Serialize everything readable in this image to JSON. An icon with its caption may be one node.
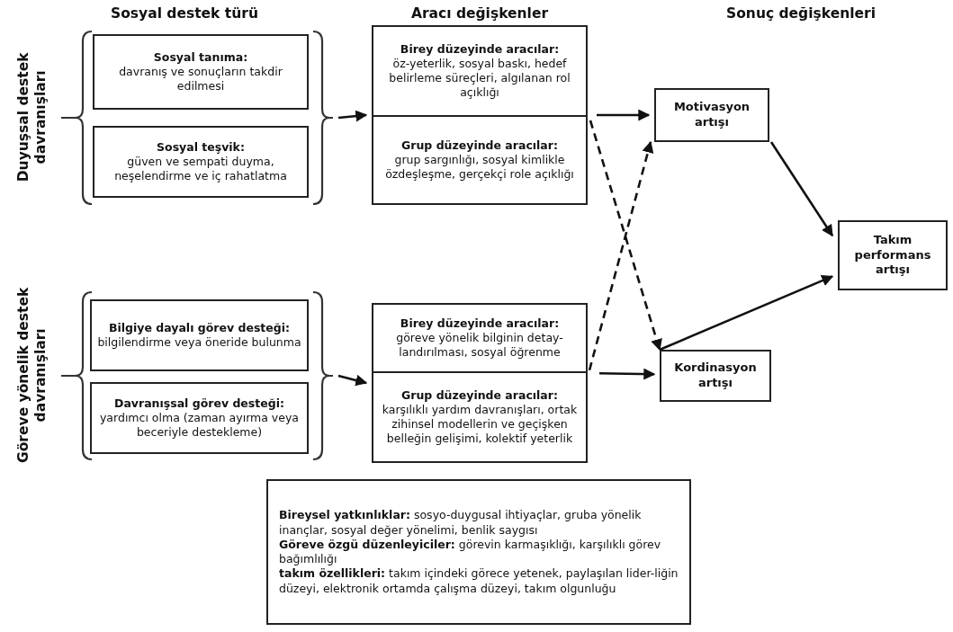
{
  "diagram": {
    "nodes": [
      {
        "text": [
          "Duyuşsal destek davranışları"
        ]
      },
      {
        "text": [
          "Sosyal tanıma:",
          "davranış ve sonuçların takdir edilmesi"
        ],
        "in": 0
      },
      {
        "text": [
          "Sosyal teşvik:",
          "güven ve sempati duyma, neşelendirme ve iç rahatlatma"
        ],
        "in": 0
      },
      {
        "text": [
          "Göreve yönelik destek davranışları"
        ]
      },
      {
        "text": [
          "Bilgiye dayalı görev desteği:",
          "bilgilendirme veya öneride bulunma"
        ],
        "in": 3
      },
      {
        "text": [
          "Davranışsal görev desteği:",
          "yardımcı olma (zaman ayırma veya beceriyle destekleme)"
        ],
        "in": 3
      },
      {
        "text": [],
        "shape": "box"
      },
      {
        "text": [
          "Birey düzeyinde aracılar:",
          "öz-yeterlik, sosyal baskı, hedef belirleme süreçleri, algılanan rol açıklığı"
        ],
        "in": 6
      },
      {
        "text": [
          "Grup düzeyinde aracılar:",
          "grup sargınlığı, sosyal kimlikle özdeşleşme, gerçekçi role açıklığı"
        ],
        "in": 6
      },
      {
        "text": [],
        "shape": "box"
      },
      {
        "text": [
          "Birey düzeyinde aracılar:",
          "göreve yönelik bilginin detay-landırılması, sosyal öğrenme"
        ],
        "in": 9
      },
      {
        "text": [
          "Grup düzeyinde aracılar:",
          "karşılıklı yardım davranışları, ortak zihinsel modellerin ve geçişken belleğin gelişimi, kolektif yeterlik"
        ],
        "in": 9
      },
      {
        "text": [
          "Motivasyon artışı"
        ]
      },
      {
        "text": [
          "Kordinasyon artışı"
        ]
      },
      {
        "text": [
          "Takım performans artışı"
        ]
      },
      {
        "text": [
          "**Bireysel yatkınlıklar:** sosyo-duygusal ihtiyaçlar, gruba yönelik inançlar, sosyal değer yönelimi, benlik saygısı",
          "**Göreve özgü düzenleyiciler:** görevin karmaşıklığı, karşılıklı görev bağımlılığı",
          "**takım özellikleri:** takım içindeki görece yetenek, paylaşılan lider-liğin düzeyi, elektronik ortamda çalışma düzeyi, takım olgunluğu"
        ]
      }
    ],
    "edges": [
      {
        "from": 0,
        "to": 6,
        "arrow": "to"
      },
      {
        "from": 3,
        "to": 9,
        "arrow": "to"
      },
      {
        "from": 6,
        "to": 12,
        "arrow": "to"
      },
      {
        "from": 6,
        "to": 13,
        "arrow": "to",
        "style": "dashed"
      },
      {
        "from": 9,
        "to": 13,
        "arrow": "to"
      },
      {
        "from": 9,
        "to": 12,
        "arrow": "to",
        "style": "dashed"
      },
      {
        "from": 12,
        "to": 14,
        "arrow": "to"
      },
      {
        "from": 13,
        "to": 14,
        "arrow": "to"
      }
    ],
    "labels": [
      "Sosyal destek türü",
      "Aracı değişkenler",
      "Sonuç değişkenleri"
    ]
  }
}
